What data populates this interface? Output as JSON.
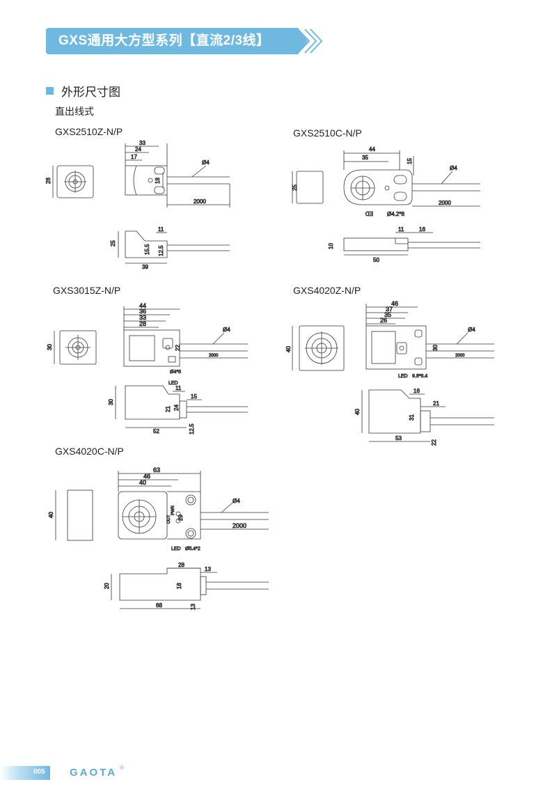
{
  "header": {
    "title": "GXS通用大方型系列【直流2/3线】"
  },
  "section": {
    "title": "外形尺寸图",
    "subtitle": "直出线式"
  },
  "models": [
    {
      "name": "GXS2510Z-N/P"
    },
    {
      "name": "GXS2510C-N/P"
    },
    {
      "name": "GXS3015Z-N/P"
    },
    {
      "name": "GXS4020Z-N/P"
    },
    {
      "name": "GXS4020C-N/P"
    }
  ],
  "dims": {
    "m1": {
      "w33": "33",
      "w24": "24",
      "w17": "17",
      "cable": "Ø4",
      "h26": "26",
      "h18": "18",
      "len": "2000",
      "s11": "11",
      "s25": "25",
      "s155": "15.5",
      "s125": "12.5",
      "s39": "39"
    },
    "m2": {
      "w44": "44",
      "w35": "35",
      "h15": "15",
      "cable": "Ø4",
      "h25": "25",
      "ed": "ED",
      "hole": "Ø4.2*8",
      "len": "2000",
      "s11": "11",
      "s16": "16",
      "s10": "10",
      "s50": "50"
    },
    "m3": {
      "w44": "44",
      "w36": "36",
      "w33": "33",
      "w28": "28",
      "cable": "Ø4",
      "h30": "30",
      "h22": "22",
      "len": "2000",
      "hole": "Ø4*8",
      "led": "LED",
      "s11": "11",
      "s15": "15",
      "s30": "30",
      "s21": "21",
      "s24": "24",
      "s52": "52",
      "s125": "12.5"
    },
    "m4": {
      "w46": "46",
      "w37": "37",
      "w35": "35",
      "w26": "26",
      "cable": "Ø4",
      "h40": "40",
      "h30": "30",
      "len": "2000",
      "led": "LED",
      "slot": "9.8*6.4",
      "s16": "16",
      "s21": "21",
      "s40": "40",
      "s31": "31",
      "s53": "53",
      "s22": "22"
    },
    "m5": {
      "w63": "63",
      "w46": "46",
      "w40": "40",
      "cable": "Ø4",
      "h40": "40",
      "h29": "29",
      "len": "2000",
      "out": "OUT",
      "pwr": "PWR",
      "led": "LED",
      "hole": "Ø5.4*2",
      "s28": "28",
      "s13": "13",
      "s20": "20",
      "s18": "18",
      "s68": "68",
      "s13b": "13"
    }
  },
  "footer": {
    "page": "005",
    "logo": "GAOTA",
    "reg": "®"
  }
}
